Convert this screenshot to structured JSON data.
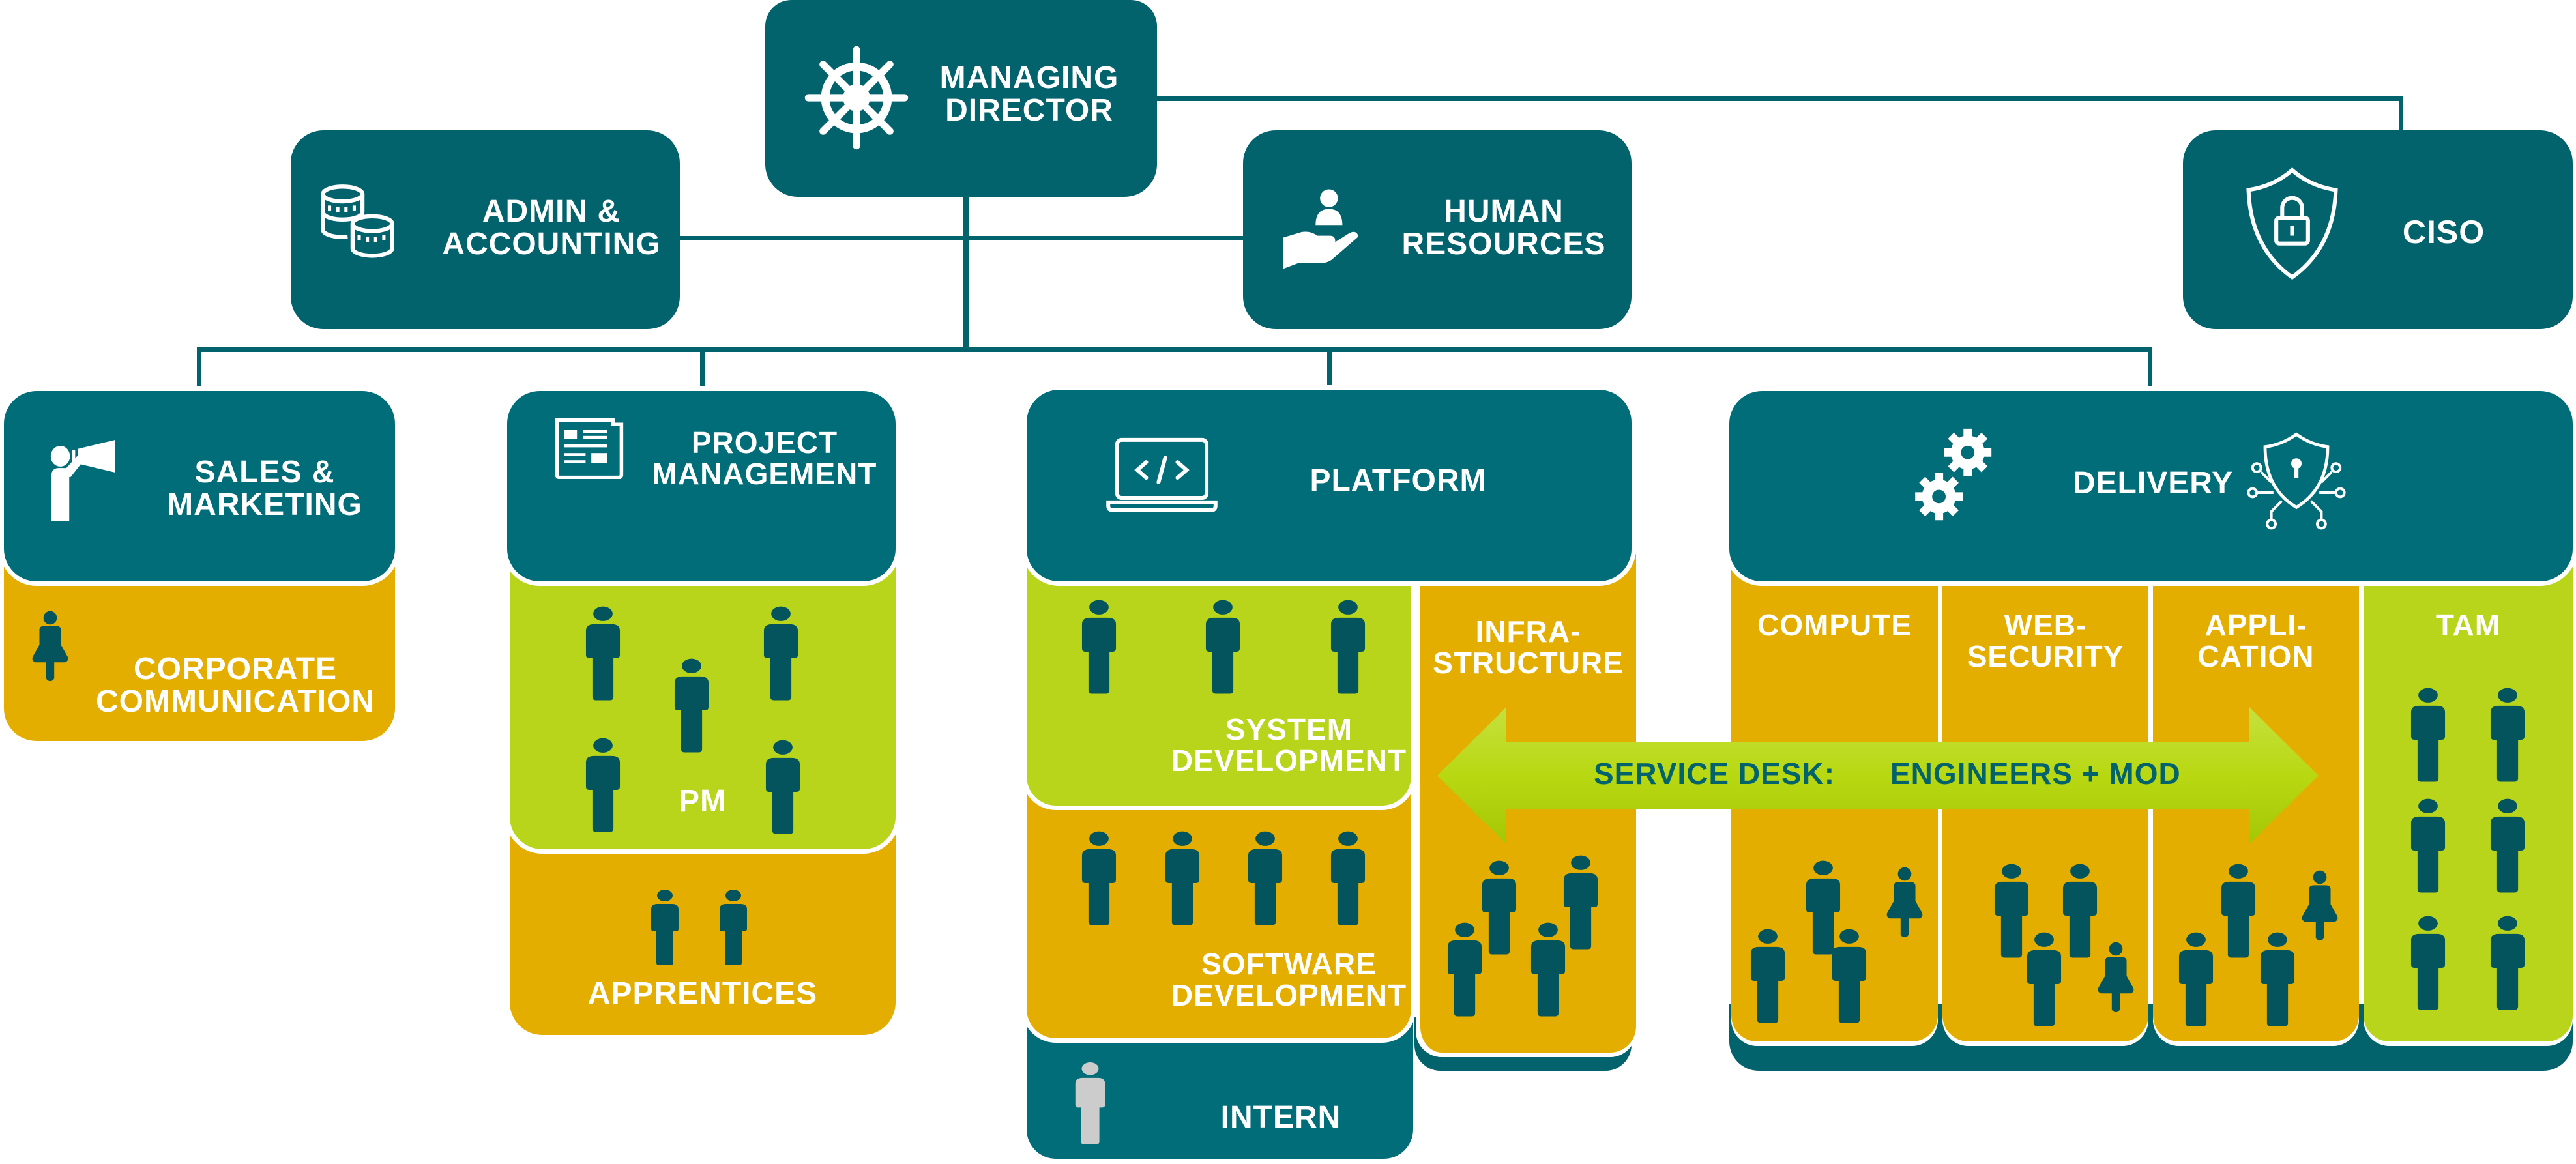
{
  "title": "Organization chart",
  "colors": {
    "teal": "#03636d",
    "gold": "#e4ae00",
    "lime": "#b8d51c",
    "white": "#ffffff",
    "intern_gray": "#cccccc"
  },
  "top": {
    "managing_director": {
      "label_line1": "Managing",
      "label_line2": "Director",
      "icon": "ship-wheel-icon"
    },
    "admin": {
      "label_line1": "Admin &",
      "label_line2": "Accounting",
      "icon": "coins-icon"
    },
    "hr": {
      "label_line1": "Human",
      "label_line2": "Resources",
      "icon": "hand-person-icon"
    },
    "ciso": {
      "label": "CISO",
      "icon": "shield-lock-icon"
    }
  },
  "departments": {
    "sales": {
      "label_line1": "Sales &",
      "label_line2": "Marketing",
      "icon": "megaphone-person-icon",
      "teams": [
        {
          "label_line1": "Corporate",
          "label_line2": "Communication",
          "people": 1,
          "people_types": [
            "female"
          ]
        }
      ]
    },
    "pm": {
      "label_line1": "Project",
      "label_line2": "Management",
      "icon": "newspaper-icon",
      "teams": [
        {
          "label": "PM",
          "people": 5
        },
        {
          "label": "Apprentices",
          "people": 2
        }
      ]
    },
    "platform": {
      "label": "Platform",
      "icon": "laptop-code-icon",
      "teams": [
        {
          "label_line1": "System",
          "label_line2": "Development",
          "people": 3
        },
        {
          "label_line1": "Software",
          "label_line2": "Development",
          "people": 4
        },
        {
          "label": "Intern",
          "people": 1
        },
        {
          "label_line1": "Infra-",
          "label_line2": "structure",
          "people": 4
        }
      ]
    },
    "delivery": {
      "label": "Delivery",
      "icons": [
        "gears-icon",
        "shield-circuit-icon"
      ],
      "teams": [
        {
          "label": "Compute",
          "people": 4,
          "people_types": [
            "male",
            "female",
            "male",
            "male"
          ]
        },
        {
          "label_line1": "Web-",
          "label_line2": "Security",
          "people": 4,
          "people_types": [
            "male",
            "male",
            "male",
            "female"
          ]
        },
        {
          "label_line1": "Appli-",
          "label_line2": "cation",
          "people": 4,
          "people_types": [
            "male",
            "female",
            "male",
            "male"
          ]
        },
        {
          "label": "TAM",
          "people": 6
        }
      ]
    }
  },
  "service_desk": {
    "label": "Service Desk:",
    "detail": "Engineers + MOD"
  }
}
